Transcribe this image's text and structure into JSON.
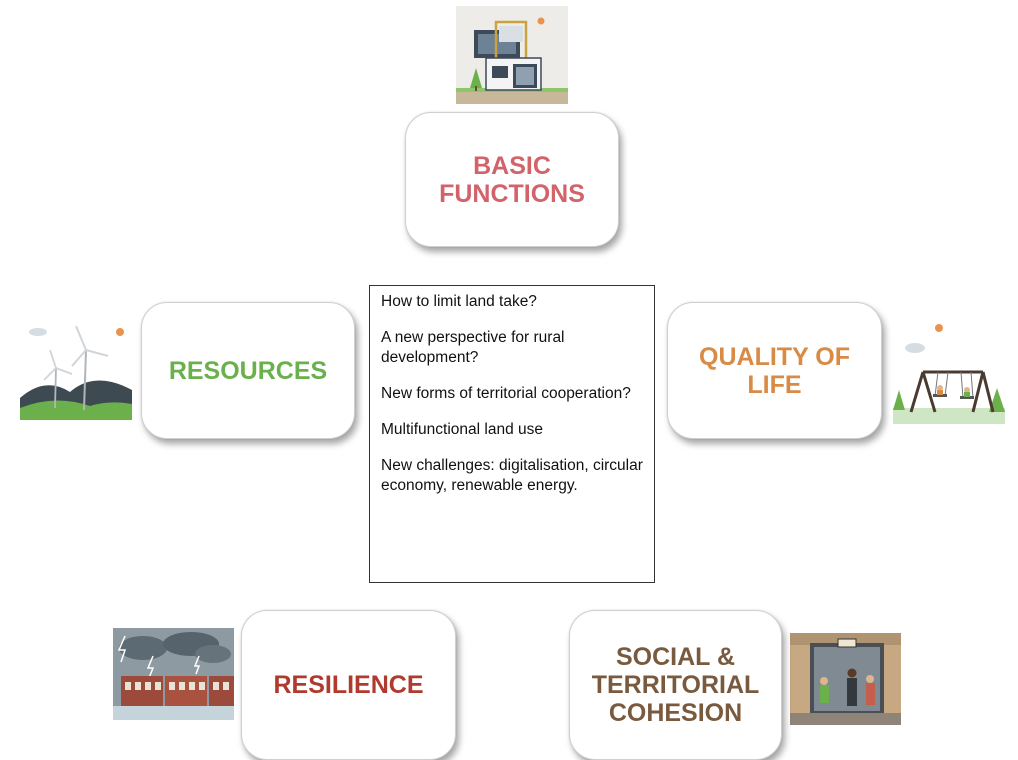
{
  "cards": {
    "basic_functions": [
      "BASIC",
      "FUNCTIONS"
    ],
    "resources": [
      "RESOURCES"
    ],
    "quality_of_life": [
      "QUALITY OF",
      "LIFE"
    ],
    "resilience": [
      "RESILIENCE"
    ],
    "social_cohesion": [
      "SOCIAL &",
      "TERRITORIAL",
      "COHESION"
    ]
  },
  "center_box": {
    "items": [
      "How to limit land take?",
      "A new perspective for rural development?",
      "New forms of territorial cooperation?",
      "Multifunctional land use",
      "New challenges: digitalisation, circular economy, renewable energy."
    ]
  },
  "colors": {
    "basic_functions": "#d3636b",
    "resources": "#6ab04c",
    "quality_of_life": "#d98a45",
    "resilience": "#b03a2e",
    "social_cohesion": "#7a5a3e"
  },
  "illustrations": {
    "basic_functions": "house-illustration",
    "resources": "wind-turbine-illustration",
    "quality_of_life": "playground-swing-illustration",
    "resilience": "storm-flood-illustration",
    "social_cohesion": "bus-stop-illustration"
  }
}
